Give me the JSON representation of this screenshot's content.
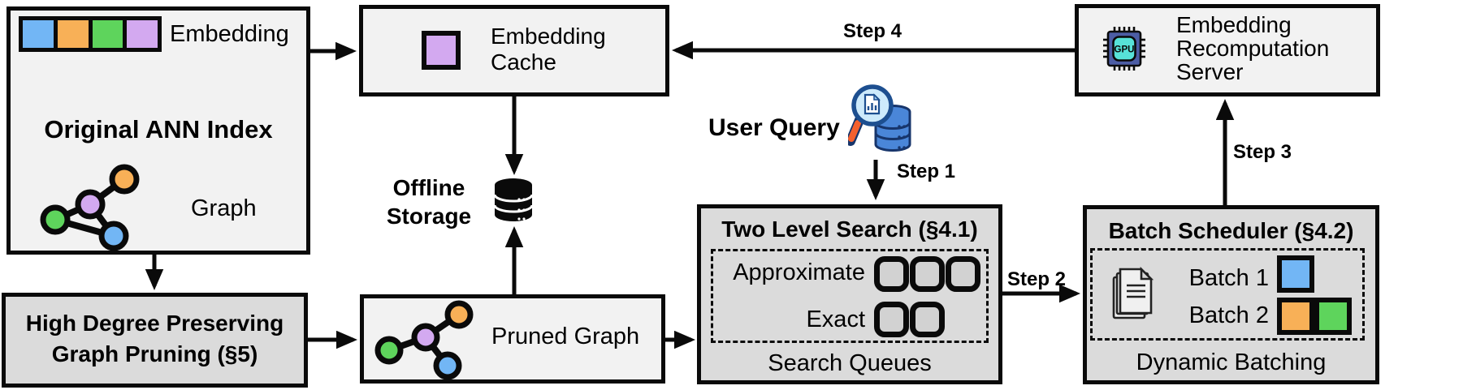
{
  "colors": {
    "blue": "#72b6f5",
    "orange": "#f8b057",
    "green": "#5ed45c",
    "purple": "#d3a9f0",
    "box_light": "#f2f2f2",
    "box_dark": "#dbdbdb",
    "queue_fill": "#d2d2d2",
    "gpu_chip": "#4c5da5",
    "gpu_core": "#57e2d8",
    "db_blue": "#4a86d8",
    "db_blue_dark": "#17356b",
    "lens_fill": "#cdeafb",
    "lens_rim": "#1d4f90",
    "handle_orange": "#f4602e"
  },
  "ann_index": {
    "title": "Original ANN Index",
    "embedding_label": "Embedding",
    "graph_label": "Graph"
  },
  "graph_pruning": {
    "line1": "High Degree Preserving",
    "line2": "Graph Pruning (§5)"
  },
  "embedding_cache": {
    "title": "Embedding Cache"
  },
  "offline_storage": {
    "line1": "Offline",
    "line2": "Storage"
  },
  "pruned_graph": {
    "label": "Pruned Graph"
  },
  "user_query": {
    "label": "User Query"
  },
  "steps": {
    "s1": "Step 1",
    "s2": "Step 2",
    "s3": "Step 3",
    "s4": "Step 4"
  },
  "two_level_search": {
    "title": "Two Level Search (§4.1)",
    "approximate_label": "Approximate",
    "exact_label": "Exact",
    "approximate_queue_count": 3,
    "exact_queue_count": 2,
    "footer": "Search Queues"
  },
  "batch_scheduler": {
    "title": "Batch Scheduler (§4.2)",
    "batch1_label": "Batch 1",
    "batch2_label": "Batch 2",
    "footer": "Dynamic Batching"
  },
  "recomputation_server": {
    "title": "Embedding Recomputation Server",
    "gpu_label": "GPU"
  }
}
